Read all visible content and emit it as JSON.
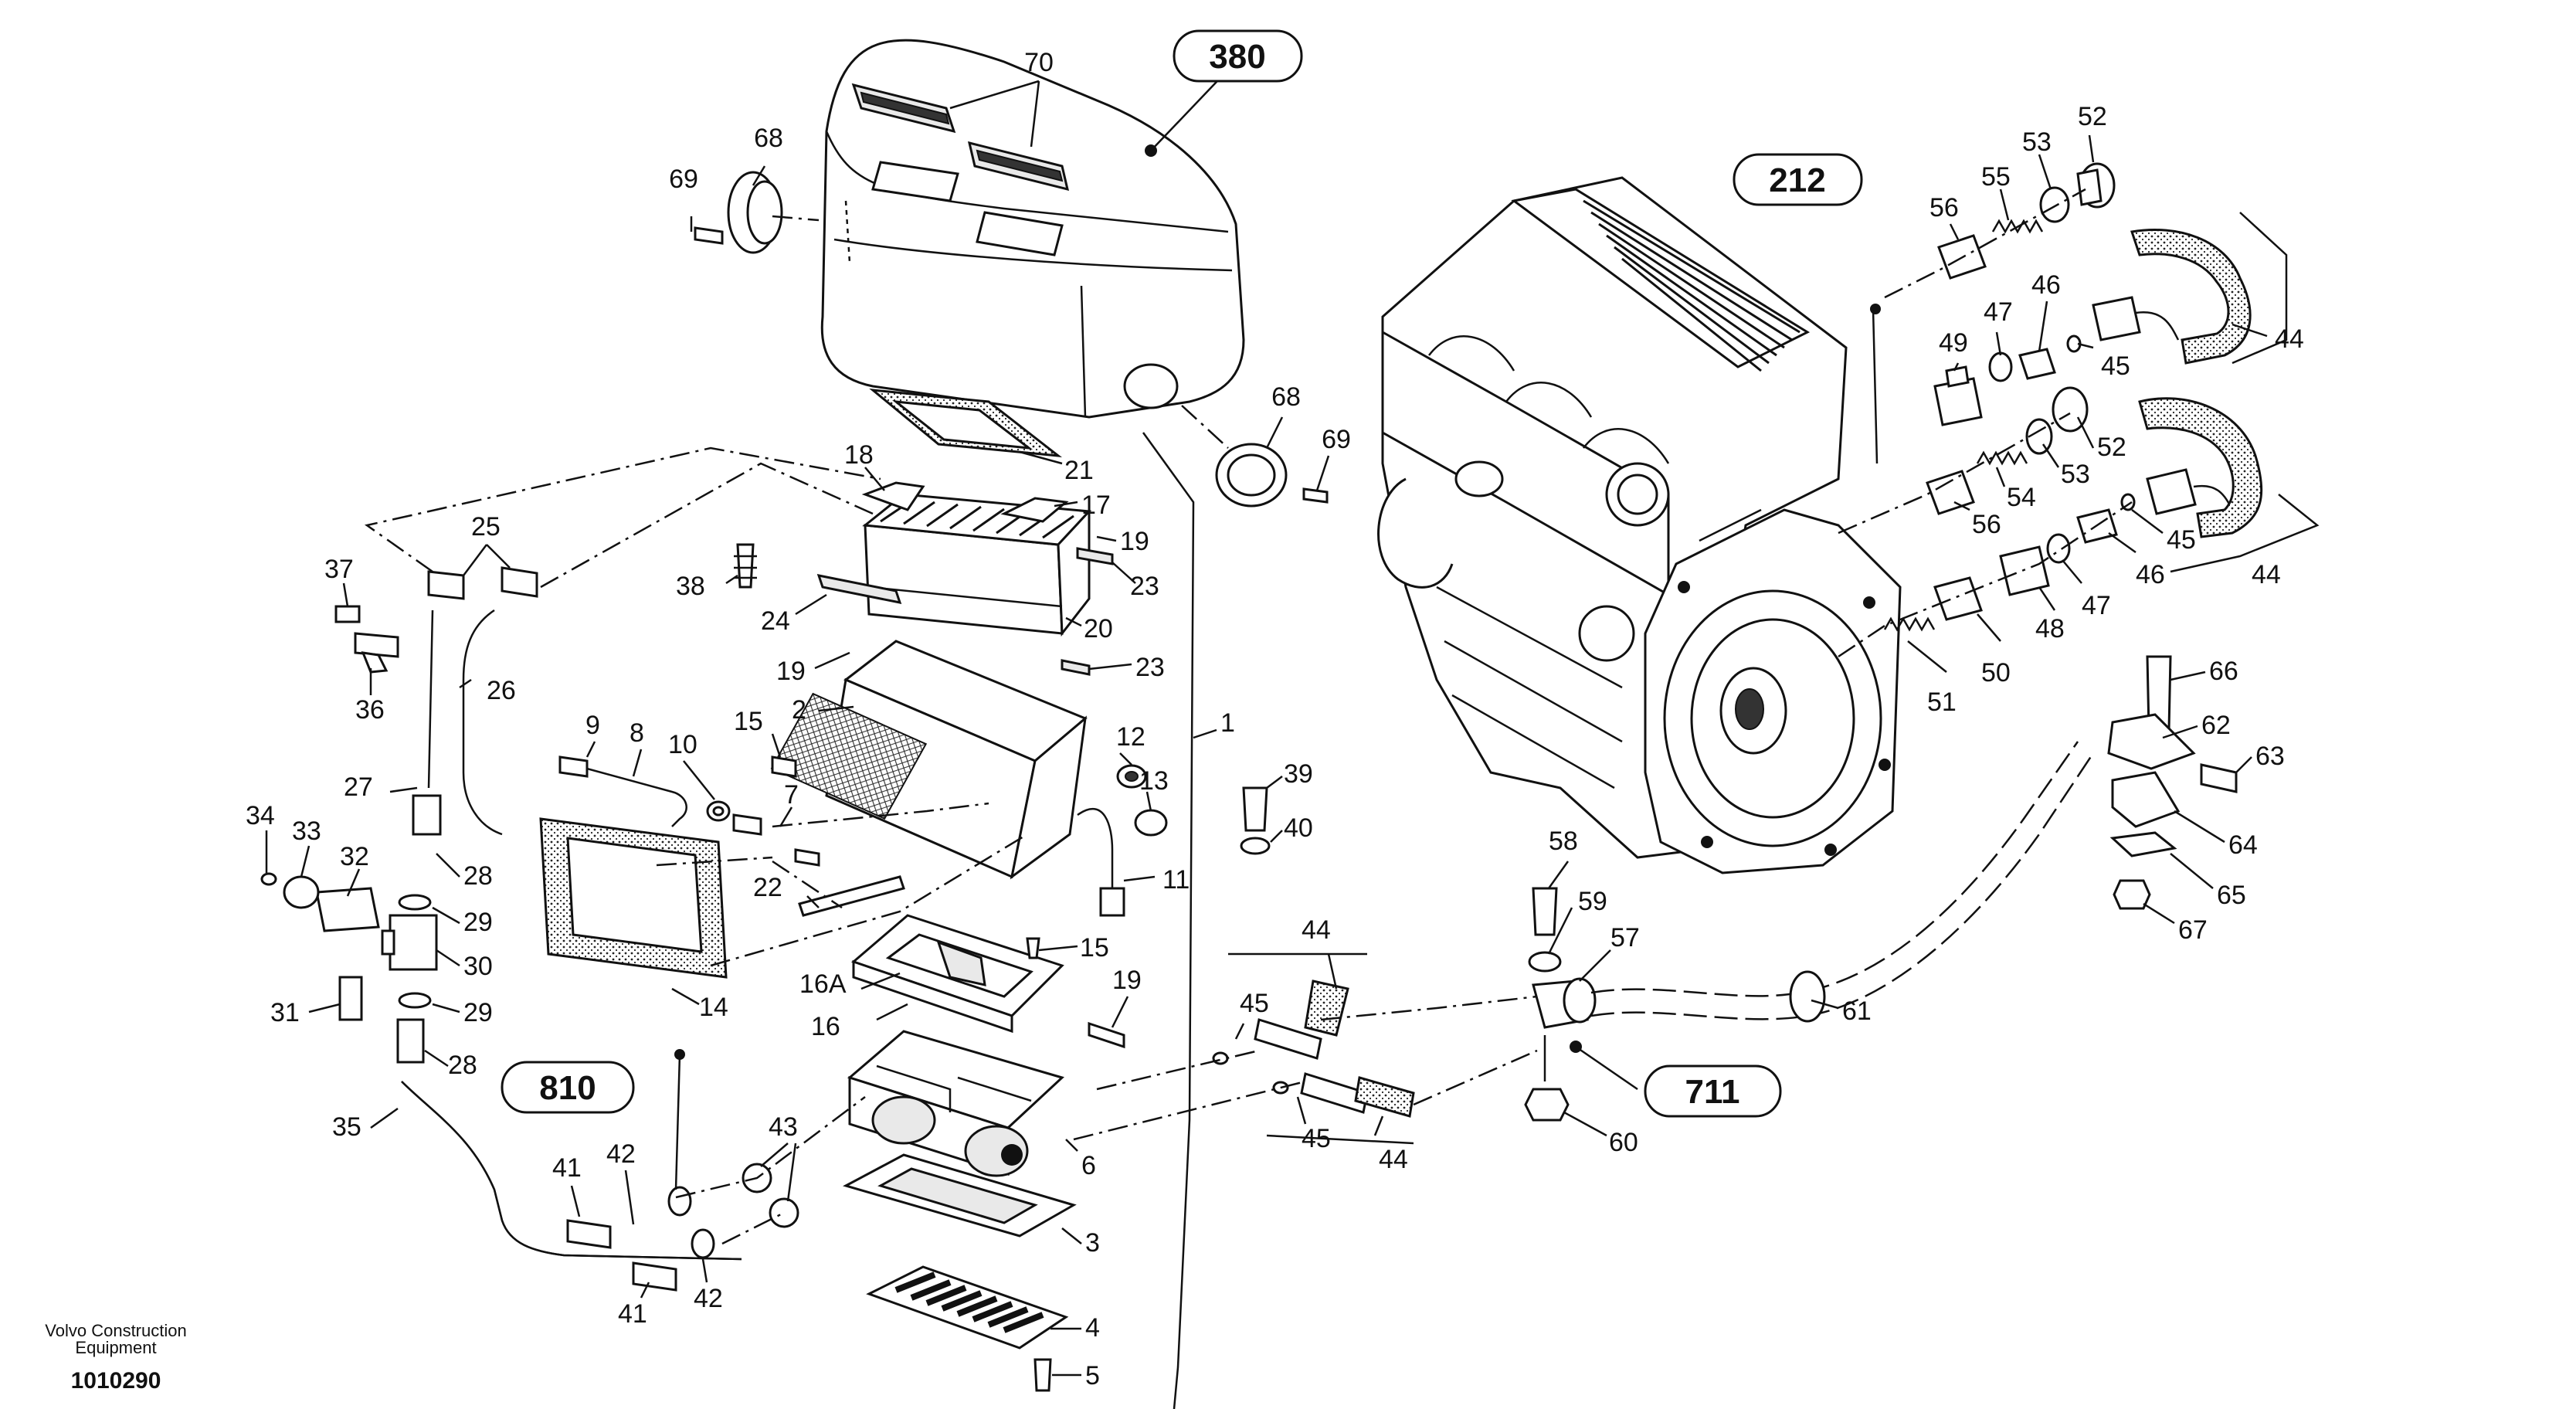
{
  "footer": {
    "company_line1": "Volvo Construction",
    "company_line2": "Equipment",
    "drawing_number": "1010290"
  },
  "callouts": {
    "c380": "380",
    "c212": "212",
    "c810": "810",
    "c711": "711"
  },
  "labels": [
    {
      "id": "l70",
      "text": "70"
    },
    {
      "id": "l68a",
      "text": "68"
    },
    {
      "id": "l69a",
      "text": "69"
    },
    {
      "id": "l68b",
      "text": "68"
    },
    {
      "id": "l69b",
      "text": "69"
    },
    {
      "id": "l21",
      "text": "21"
    },
    {
      "id": "l18",
      "text": "18"
    },
    {
      "id": "l17",
      "text": "17"
    },
    {
      "id": "l19a",
      "text": "19"
    },
    {
      "id": "l38",
      "text": "38"
    },
    {
      "id": "l23a",
      "text": "23"
    },
    {
      "id": "l24",
      "text": "24"
    },
    {
      "id": "l20",
      "text": "20"
    },
    {
      "id": "l19b",
      "text": "19"
    },
    {
      "id": "l23b",
      "text": "23"
    },
    {
      "id": "l2",
      "text": "2"
    },
    {
      "id": "l1",
      "text": "1"
    },
    {
      "id": "l15a",
      "text": "15"
    },
    {
      "id": "l12",
      "text": "12"
    },
    {
      "id": "l13",
      "text": "13"
    },
    {
      "id": "l11",
      "text": "11"
    },
    {
      "id": "l9",
      "text": "9"
    },
    {
      "id": "l8",
      "text": "8"
    },
    {
      "id": "l10",
      "text": "10"
    },
    {
      "id": "l7",
      "text": "7"
    },
    {
      "id": "l22",
      "text": "22"
    },
    {
      "id": "l14",
      "text": "14"
    },
    {
      "id": "l15b",
      "text": "15"
    },
    {
      "id": "l16A",
      "text": "16A"
    },
    {
      "id": "l16",
      "text": "16"
    },
    {
      "id": "l19c",
      "text": "19"
    },
    {
      "id": "l6",
      "text": "6"
    },
    {
      "id": "l3",
      "text": "3"
    },
    {
      "id": "l4",
      "text": "4"
    },
    {
      "id": "l5",
      "text": "5"
    },
    {
      "id": "l39",
      "text": "39"
    },
    {
      "id": "l40",
      "text": "40"
    },
    {
      "id": "l25",
      "text": "25"
    },
    {
      "id": "l37",
      "text": "37"
    },
    {
      "id": "l26",
      "text": "26"
    },
    {
      "id": "l36",
      "text": "36"
    },
    {
      "id": "l27",
      "text": "27"
    },
    {
      "id": "l34",
      "text": "34"
    },
    {
      "id": "l33",
      "text": "33"
    },
    {
      "id": "l32",
      "text": "32"
    },
    {
      "id": "l28a",
      "text": "28"
    },
    {
      "id": "l29a",
      "text": "29"
    },
    {
      "id": "l30",
      "text": "30"
    },
    {
      "id": "l31",
      "text": "31"
    },
    {
      "id": "l29b",
      "text": "29"
    },
    {
      "id": "l28b",
      "text": "28"
    },
    {
      "id": "l35",
      "text": "35"
    },
    {
      "id": "l41a",
      "text": "41"
    },
    {
      "id": "l42a",
      "text": "42"
    },
    {
      "id": "l43",
      "text": "43"
    },
    {
      "id": "l41b",
      "text": "41"
    },
    {
      "id": "l42b",
      "text": "42"
    },
    {
      "id": "l44a",
      "text": "44"
    },
    {
      "id": "l45a",
      "text": "45"
    },
    {
      "id": "l45b",
      "text": "45"
    },
    {
      "id": "l44b",
      "text": "44"
    },
    {
      "id": "l58",
      "text": "58"
    },
    {
      "id": "l59",
      "text": "59"
    },
    {
      "id": "l57",
      "text": "57"
    },
    {
      "id": "l60",
      "text": "60"
    },
    {
      "id": "l61",
      "text": "61"
    },
    {
      "id": "l52a",
      "text": "52"
    },
    {
      "id": "l53a",
      "text": "53"
    },
    {
      "id": "l55",
      "text": "55"
    },
    {
      "id": "l56a",
      "text": "56"
    },
    {
      "id": "l46a",
      "text": "46"
    },
    {
      "id": "l47a",
      "text": "47"
    },
    {
      "id": "l49",
      "text": "49"
    },
    {
      "id": "l45c",
      "text": "45"
    },
    {
      "id": "l44c",
      "text": "44"
    },
    {
      "id": "l52b",
      "text": "52"
    },
    {
      "id": "l53b",
      "text": "53"
    },
    {
      "id": "l54",
      "text": "54"
    },
    {
      "id": "l56b",
      "text": "56"
    },
    {
      "id": "l45d",
      "text": "45"
    },
    {
      "id": "l46b",
      "text": "46"
    },
    {
      "id": "l44d",
      "text": "44"
    },
    {
      "id": "l47b",
      "text": "47"
    },
    {
      "id": "l48",
      "text": "48"
    },
    {
      "id": "l50",
      "text": "50"
    },
    {
      "id": "l51",
      "text": "51"
    },
    {
      "id": "l66",
      "text": "66"
    },
    {
      "id": "l62",
      "text": "62"
    },
    {
      "id": "l63",
      "text": "63"
    },
    {
      "id": "l64",
      "text": "64"
    },
    {
      "id": "l65",
      "text": "65"
    },
    {
      "id": "l67",
      "text": "67"
    }
  ]
}
